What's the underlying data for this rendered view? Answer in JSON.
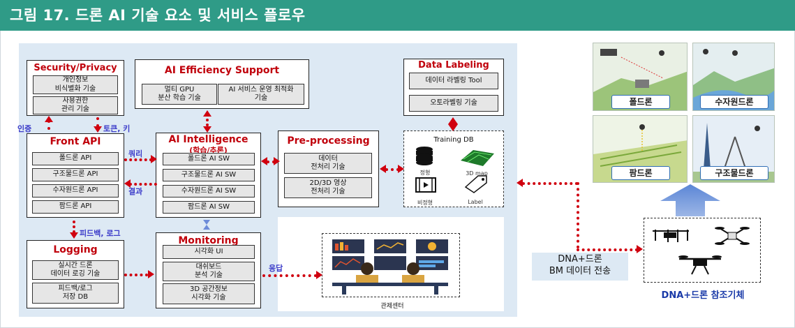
{
  "title": "그림 17. 드론 AI 기술 요소 및 서비스 플로우",
  "security": {
    "title": "Security/Privacy",
    "items": [
      "개인정보\n비식별화 기술",
      "사용권한\n관리 기술"
    ]
  },
  "efficiency": {
    "title": "AI Efficiency Support",
    "items": [
      "멀티 GPU\n분산 학습 기술",
      "AI 서비스 운영 최적화\n기술"
    ]
  },
  "labeling": {
    "title": "Data Labeling",
    "items": [
      "데이터 라벨링 Tool",
      "오토라벨링 기술"
    ]
  },
  "front_api": {
    "title": "Front API",
    "items": [
      "폴드론 API",
      "구조물드론 API",
      "수자원드론 API",
      "팜드론 API"
    ]
  },
  "intelligence": {
    "title": "AI Intelligence",
    "subtitle": "(학습/추론)",
    "items": [
      "폴드론 AI SW",
      "구조물드론 AI SW",
      "수자원드론 AI SW",
      "팜드론 AI SW"
    ]
  },
  "preprocessing": {
    "title": "Pre-processing",
    "items": [
      "데이터\n전처리 기술",
      "2D/3D 영상\n전처리 기술"
    ]
  },
  "training_db": {
    "title": "Training DB",
    "labels": [
      "정형",
      "3D map",
      "비정형",
      "Label"
    ]
  },
  "logging": {
    "title": "Logging",
    "items": [
      "실시간 드론\n데이터 로깅 기술",
      "피드백/로그\n저장 DB"
    ]
  },
  "monitoring": {
    "title": "Monitoring",
    "items": [
      "시각화 UI",
      "대쉬보드\n분석 기술",
      "3D 공간정보\n시각화 기술"
    ]
  },
  "labels": {
    "auth": "인증",
    "token": "토큰, 키",
    "query": "쿼리",
    "result": "결과",
    "feedback": "피드백, 로그",
    "response": "응답"
  },
  "control_center": "관제센터",
  "transfer": "DNA+드론\nBM 데이터 전송",
  "reference": "DNA+드론 참조기체",
  "drones": [
    "폴드론",
    "수자원드론",
    "팜드론",
    "구조물드론"
  ],
  "colors": {
    "title_bar": "#2f9b87",
    "panel": "#dde9f4",
    "accent_red": "#c0000b",
    "label_blue": "#3b3bc9",
    "arrow_blue": "#6d8bd8"
  }
}
